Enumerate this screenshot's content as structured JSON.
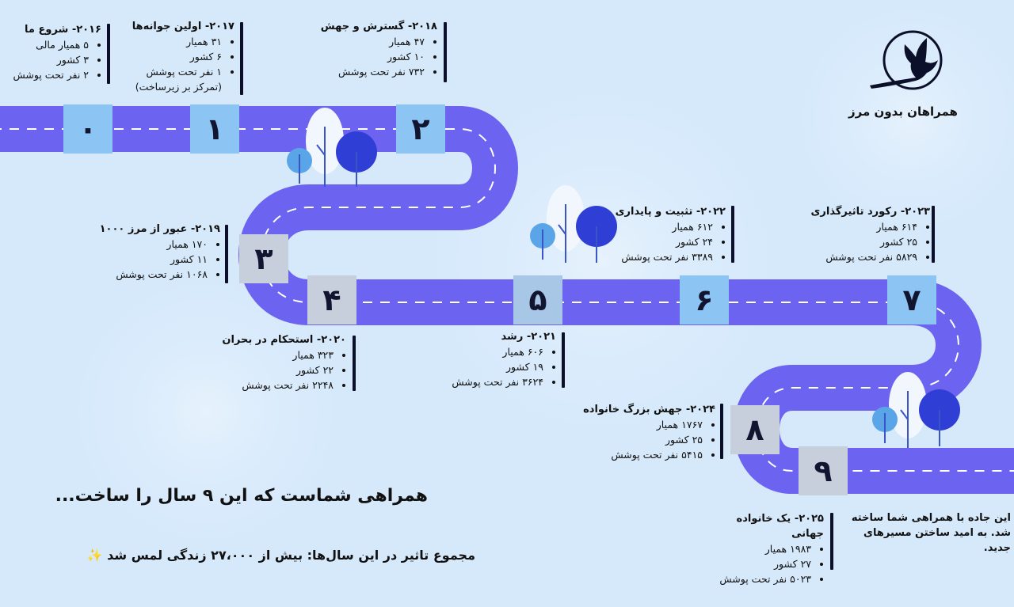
{
  "brand": {
    "name": "همراهان بدون مرز",
    "icon": "bird-icon"
  },
  "colors": {
    "road": "#6c63f1",
    "road_edge": "#7b74f3",
    "box_light": "#8cc4f3",
    "box_grey": "#c7cfdc",
    "tree_dark": "#2f3fd6",
    "tree_light": "#5aa5e8"
  },
  "stations": [
    "۰",
    "۱",
    "۲",
    "۳",
    "۴",
    "۵",
    "۶",
    "۷",
    "۸",
    "۹"
  ],
  "milestones": [
    {
      "title": "۲۰۱۶- شروع ما",
      "items": [
        "۵ همیار مالی",
        "۳ کشور",
        "۲ نفر تحت پوشش"
      ]
    },
    {
      "title": "۲۰۱۷- اولین جوانه‌ها",
      "items": [
        "۳۱ همیار",
        "۶ کشور",
        "۱ نفر تحت پوشش"
      ],
      "note": "(تمرکز بر زیرساخت)"
    },
    {
      "title": "۲۰۱۸- گسترش و جهش",
      "items": [
        "۴۷ همیار",
        "۱۰ کشور",
        "۷۳۲ نفر تحت پوشش"
      ]
    },
    {
      "title": "۲۰۱۹- عبور از مرز ۱۰۰۰",
      "items": [
        "۱۷۰ همیار",
        "۱۱ کشور",
        "۱۰۶۸ نفر تحت پوشش"
      ]
    },
    {
      "title": "۲۰۲۰- استحکام در بحران",
      "items": [
        "۳۲۳ همیار",
        "۲۲ کشور",
        "۲۲۴۸ نفر تحت پوشش"
      ]
    },
    {
      "title": "۲۰۲۱- رشد",
      "items": [
        "۶۰۶ همیار",
        "۱۹ کشور",
        "۳۶۲۴ نفر تحت پوشش"
      ]
    },
    {
      "title": "۲۰۲۲- تثبیت و پایداری",
      "items": [
        "۶۱۲ همیار",
        "۲۴ کشور",
        "۳۳۸۹ نفر تحت پوشش"
      ]
    },
    {
      "title": "۲۰۲۳- رکورد تاثیرگذاری",
      "items": [
        "۶۱۴ همیار",
        "۲۵ کشور",
        "۵۸۲۹ نفر تحت پوشش"
      ]
    },
    {
      "title": "۲۰۲۴- جهش بزرگ خانواده",
      "items": [
        "۱۷۶۷ همیار",
        "۲۵ کشور",
        "۵۴۱۵ نفر تحت پوشش"
      ]
    },
    {
      "title": "۲۰۲۵- یک خانواده جهانی",
      "items": [
        "۱۹۸۳ همیار",
        "۲۷ کشور",
        "۵۰۲۳ نفر تحت پوشش"
      ]
    }
  ],
  "headline": "همراهی شماست که این ۹ سال را ساخت...",
  "impact": "مجموع تاثیر در این سال‌ها: بیش از ۲۷،۰۰۰ زندگی لمس شد",
  "impact_icon": "sparkles-icon",
  "closing": "این جاده با همراهی شما ساخته شد. به امید ساختن مسیرهای جدید."
}
